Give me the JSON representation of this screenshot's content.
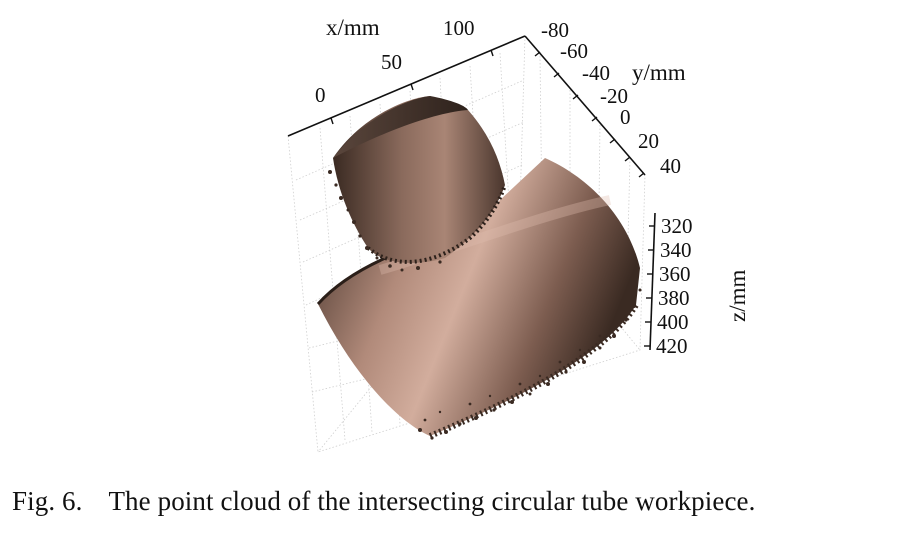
{
  "figure": {
    "x_axis": {
      "title": "x/mm",
      "ticks": [
        "0",
        "50",
        "100"
      ]
    },
    "y_axis": {
      "title": "y/mm",
      "ticks": [
        "-80",
        "-60",
        "-40",
        "-20",
        "0",
        "20",
        "40"
      ]
    },
    "z_axis": {
      "title": "z/mm",
      "ticks": [
        "320",
        "340",
        "360",
        "380",
        "400",
        "420"
      ]
    },
    "colors": {
      "surface_dark": "#3a2a22",
      "surface_mid": "#7a5a4c",
      "surface_light": "#c9a595",
      "grid": "#c8c8c8"
    }
  },
  "caption": {
    "label": "Fig. 6.",
    "text": "The point cloud of the intersecting circular tube workpiece."
  }
}
